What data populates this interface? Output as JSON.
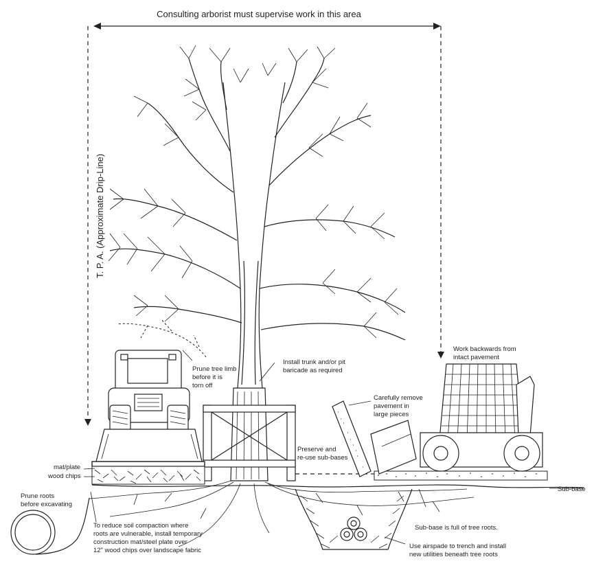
{
  "header": {
    "supervise_text": "Consulting arborist must supervise work in this area"
  },
  "side": {
    "tpa_label": "T. P. A. (Approximate Drip-Line)"
  },
  "labels": {
    "prune_limb": [
      "Prune tree limb",
      "before it is",
      "torn off"
    ],
    "install_trunk": [
      "Install trunk and/or pit",
      "baricade as required"
    ],
    "work_backwards": [
      "Work backwards from",
      "intact pavement"
    ],
    "carefully_remove": [
      "Carefully remove",
      "pavement in",
      "large pieces"
    ],
    "preserve": [
      "Preserve and",
      "re-use sub-bases"
    ],
    "mat_plate": "mat/plate",
    "wood_chips": "wood chips",
    "prune_roots": [
      "Prune roots",
      "before excavating"
    ],
    "soil_compaction": [
      "To reduce soil compaction where",
      "roots are vulnerable, install temporary",
      "construction mat/steel plate over",
      "12\" wood chips over landscape fabric"
    ],
    "sub_base": "Sub-base",
    "sub_base_roots": "Sub-base is full of tree roots.",
    "airspade": [
      "Use airspade to trench and install",
      "new utilities beneath tree roots"
    ]
  },
  "icons": [
    "tree-illustration",
    "excavator-illustration",
    "skid-steer-illustration",
    "utility-pipes-illustration",
    "root-coil-illustration"
  ]
}
